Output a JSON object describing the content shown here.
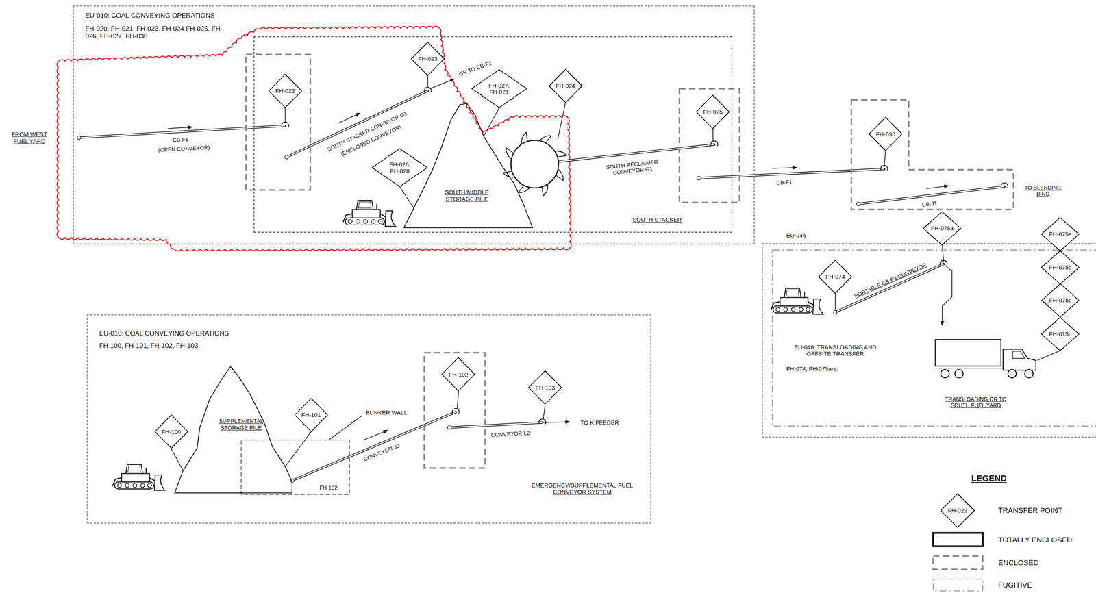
{
  "diagram": {
    "nodes": [
      {
        "text": [
          "EU-010: COAL CONVEYING OPERATIONS",
          "FH-020, FH-021, FH-023, FH-024 FH-025, FH-026, FH-027, FH-030"
        ]
      },
      {
        "text": [
          "SOUTH STACKER"
        ],
        "in": 0
      },
      {
        "text": [
          "FH-022"
        ],
        "in": 1
      },
      {
        "text": [
          "FH-023"
        ],
        "in": 1
      },
      {
        "text": [
          "FH-027, FH-021"
        ],
        "in": 1
      },
      {
        "text": [
          "FH-024"
        ],
        "in": 1
      },
      {
        "text": [
          "FH-026, FH-020"
        ],
        "in": 1
      },
      {
        "text": [
          "SOUTH/MIDDLE STORAGE PILE"
        ],
        "in": 1
      },
      {
        "text": [
          "FH-025"
        ],
        "in": 1
      },
      {
        "text": [
          "FH-030"
        ]
      },
      {
        "text": [
          "EU-046",
          "EU-046: TRANSLOADING AND OFFSITE TRANSFER",
          "FH-074, FH-075a-e,"
        ]
      },
      {
        "text": [
          "FH-075a"
        ]
      },
      {
        "text": [
          "FH-074"
        ],
        "in": 10
      },
      {
        "text": [
          "FH-075e"
        ],
        "in": 10
      },
      {
        "text": [
          "FH-075d"
        ],
        "in": 10
      },
      {
        "text": [
          "FH-075c"
        ],
        "in": 10
      },
      {
        "text": [
          "FH-075b"
        ],
        "in": 10
      },
      {
        "text": [
          "EU-010: COAL CONVEYING OPERATIONS",
          "FH-100, FH-101, FH-102, FH-103",
          "EMERGENCY/SUPPLEMENTAL FUEL CONVEYOR SYSTEM"
        ]
      },
      {
        "text": [
          "SUPPLEMENTAL STORAGE PILE"
        ],
        "in": 17
      },
      {
        "text": [
          "FH-100"
        ],
        "in": 17
      },
      {
        "text": [
          "FH-101"
        ],
        "in": 17
      },
      {
        "text": [
          "FH-102"
        ],
        "in": 17
      },
      {
        "text": [
          "FH-103"
        ],
        "in": 17
      }
    ],
    "edges": [
      {
        "from": 6,
        "to": 7,
        "arrow": "none"
      },
      {
        "from": 4,
        "to": 7,
        "arrow": "none"
      },
      {
        "from": 19,
        "to": 18,
        "arrow": "none"
      },
      {
        "from": 20,
        "to": 18,
        "arrow": "none"
      }
    ],
    "labels": [
      "FROM WEST FUEL YARD",
      "CB-F1",
      "(OPEN CONVEYOR)",
      "SOUTH STACKER CONVEYOR G1",
      "(ENCLOSED CONVEYOR)",
      "OR TO CB-F1",
      "SOUTH RECLAIMER CONVEYOR G1",
      "CB-F1",
      "CB-J1",
      "TO BLENDING BINS",
      "PORTABLE CB-P3 CONVEYOR",
      "TRANSLOADING OR TO SOUTH FUEL YARD",
      "BUNKER WALL",
      "CONVEYOR J3",
      "FH-102",
      "CONVEYOR L2",
      "TO K FEEDER",
      "LEGEND",
      "FH-022"
    ],
    "legend": [
      {
        "text": "TRANSFER POINT"
      },
      {
        "text": "TOTALLY ENCLOSED"
      },
      {
        "text": "ENCLOSED"
      },
      {
        "text": "FUGITIVE"
      }
    ]
  }
}
